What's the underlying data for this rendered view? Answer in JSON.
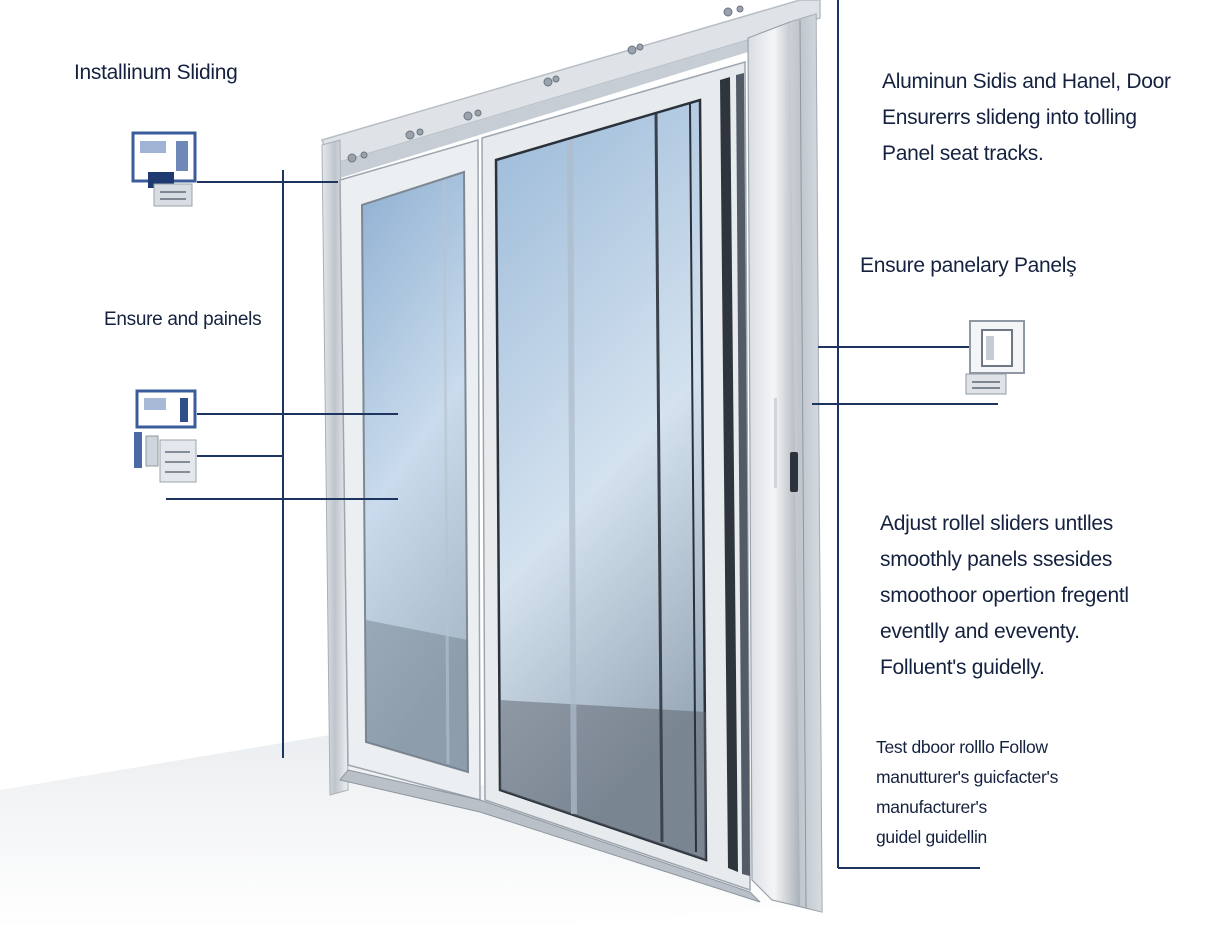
{
  "labels": {
    "top_left": "Installinum  Sliding",
    "mid_left": "Ensure and painels",
    "top_right": [
      "Aluminun Sidis and Hanel, Door",
      "Ensurerrs slideng into tolling",
      "Panel seat tracks."
    ],
    "mid_right": "Ensure panelary Panelş",
    "adjust": [
      "Adjust rollel sliders  untlles",
      "smoothly panels ssesides",
      "smoothoor opertion fregentl",
      "eventlly and eveventy.",
      "Folluent's guidelly."
    ],
    "test": [
      "Test dboor rolllo Follow",
      "manutturer's guicfacter's",
      "manufacturer's",
      "guidel  guidellin"
    ]
  },
  "colors": {
    "text": "#15223f",
    "leader_line": "#1d3461",
    "frame": "#c9ced4",
    "glass": "#a9c3dc",
    "icon_blue": "#3b5c9a"
  },
  "icons": {
    "top_left": "track-bracket-icon",
    "mid_left": "roller-hardware-icon",
    "mid_right": "panel-clip-icon"
  }
}
